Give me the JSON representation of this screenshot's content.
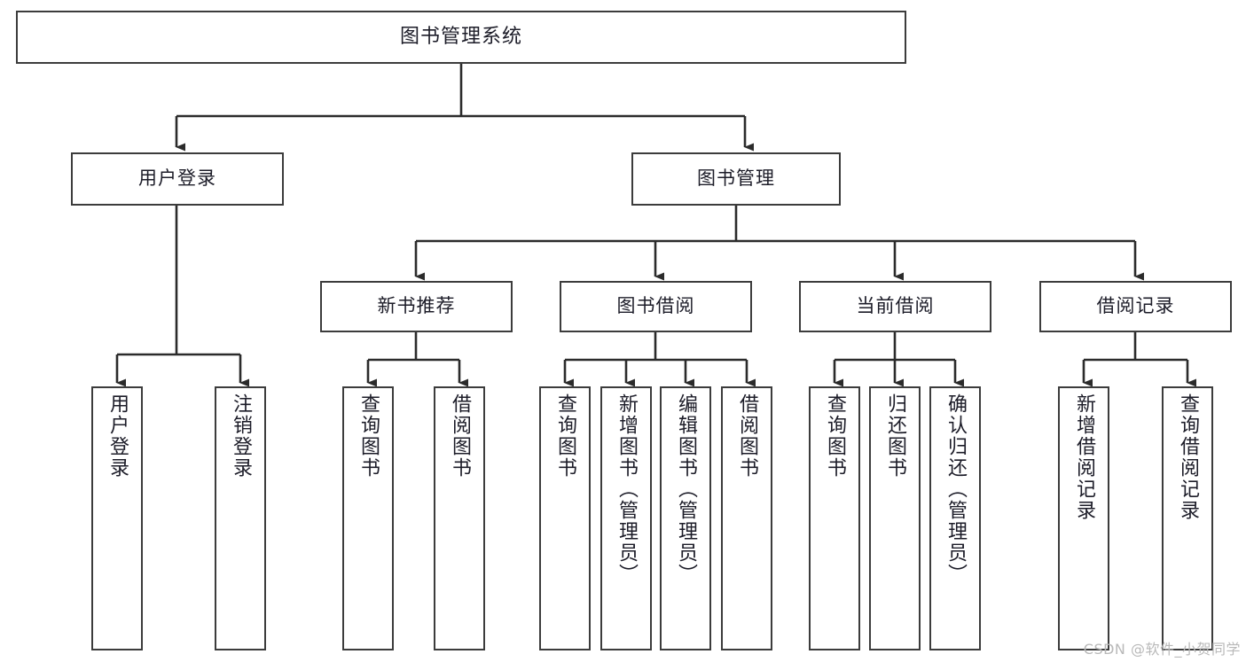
{
  "diagram": {
    "type": "tree",
    "title": "图书管理系统",
    "orientation": "top-down",
    "colors": {
      "box_stroke": "#3c3c3c",
      "box_fill": "#ffffff",
      "text": "#1c1c28",
      "edge": "#2b2b2b",
      "watermark": "#b9b9b9"
    },
    "levels": 4
  },
  "nodes": {
    "root": {
      "id": "root",
      "label": "图书管理系统",
      "level": 1
    },
    "level2": [
      {
        "id": "user-login",
        "label": "用户登录",
        "level": 2
      },
      {
        "id": "book-manage",
        "label": "图书管理",
        "level": 2
      }
    ],
    "level3": [
      {
        "id": "new-book-rec",
        "label": "新书推荐",
        "level": 3,
        "parent": "book-manage"
      },
      {
        "id": "book-borrow",
        "label": "图书借阅",
        "level": 3,
        "parent": "book-manage"
      },
      {
        "id": "current-borrow",
        "label": "当前借阅",
        "level": 3,
        "parent": "book-manage"
      },
      {
        "id": "borrow-record",
        "label": "借阅记录",
        "level": 3,
        "parent": "book-manage"
      }
    ],
    "leaves": [
      {
        "id": "leaf-user-login",
        "label": "用户登录",
        "parent": "user-login"
      },
      {
        "id": "leaf-logout",
        "label": "注销登录",
        "parent": "user-login"
      },
      {
        "id": "leaf-query-book-1",
        "label": "查询图书",
        "parent": "new-book-rec"
      },
      {
        "id": "leaf-borrow-book-1",
        "label": "借阅图书",
        "parent": "new-book-rec"
      },
      {
        "id": "leaf-query-book-2",
        "label": "查询图书",
        "parent": "book-borrow"
      },
      {
        "id": "leaf-add-book",
        "label": "新增图书（管理员）",
        "parent": "book-borrow"
      },
      {
        "id": "leaf-edit-book",
        "label": "编辑图书（管理员）",
        "parent": "book-borrow"
      },
      {
        "id": "leaf-borrow-book-2",
        "label": "借阅图书",
        "parent": "book-borrow"
      },
      {
        "id": "leaf-query-book-3",
        "label": "查询图书",
        "parent": "current-borrow"
      },
      {
        "id": "leaf-return-book",
        "label": "归还图书",
        "parent": "current-borrow"
      },
      {
        "id": "leaf-confirm-return",
        "label": "确认归还（管理员）",
        "parent": "current-borrow"
      },
      {
        "id": "leaf-add-record",
        "label": "新增借阅记录",
        "parent": "borrow-record"
      },
      {
        "id": "leaf-query-record",
        "label": "查询借阅记录",
        "parent": "borrow-record"
      }
    ]
  },
  "watermark": {
    "text": "CSDN @软件_小贺同学"
  }
}
